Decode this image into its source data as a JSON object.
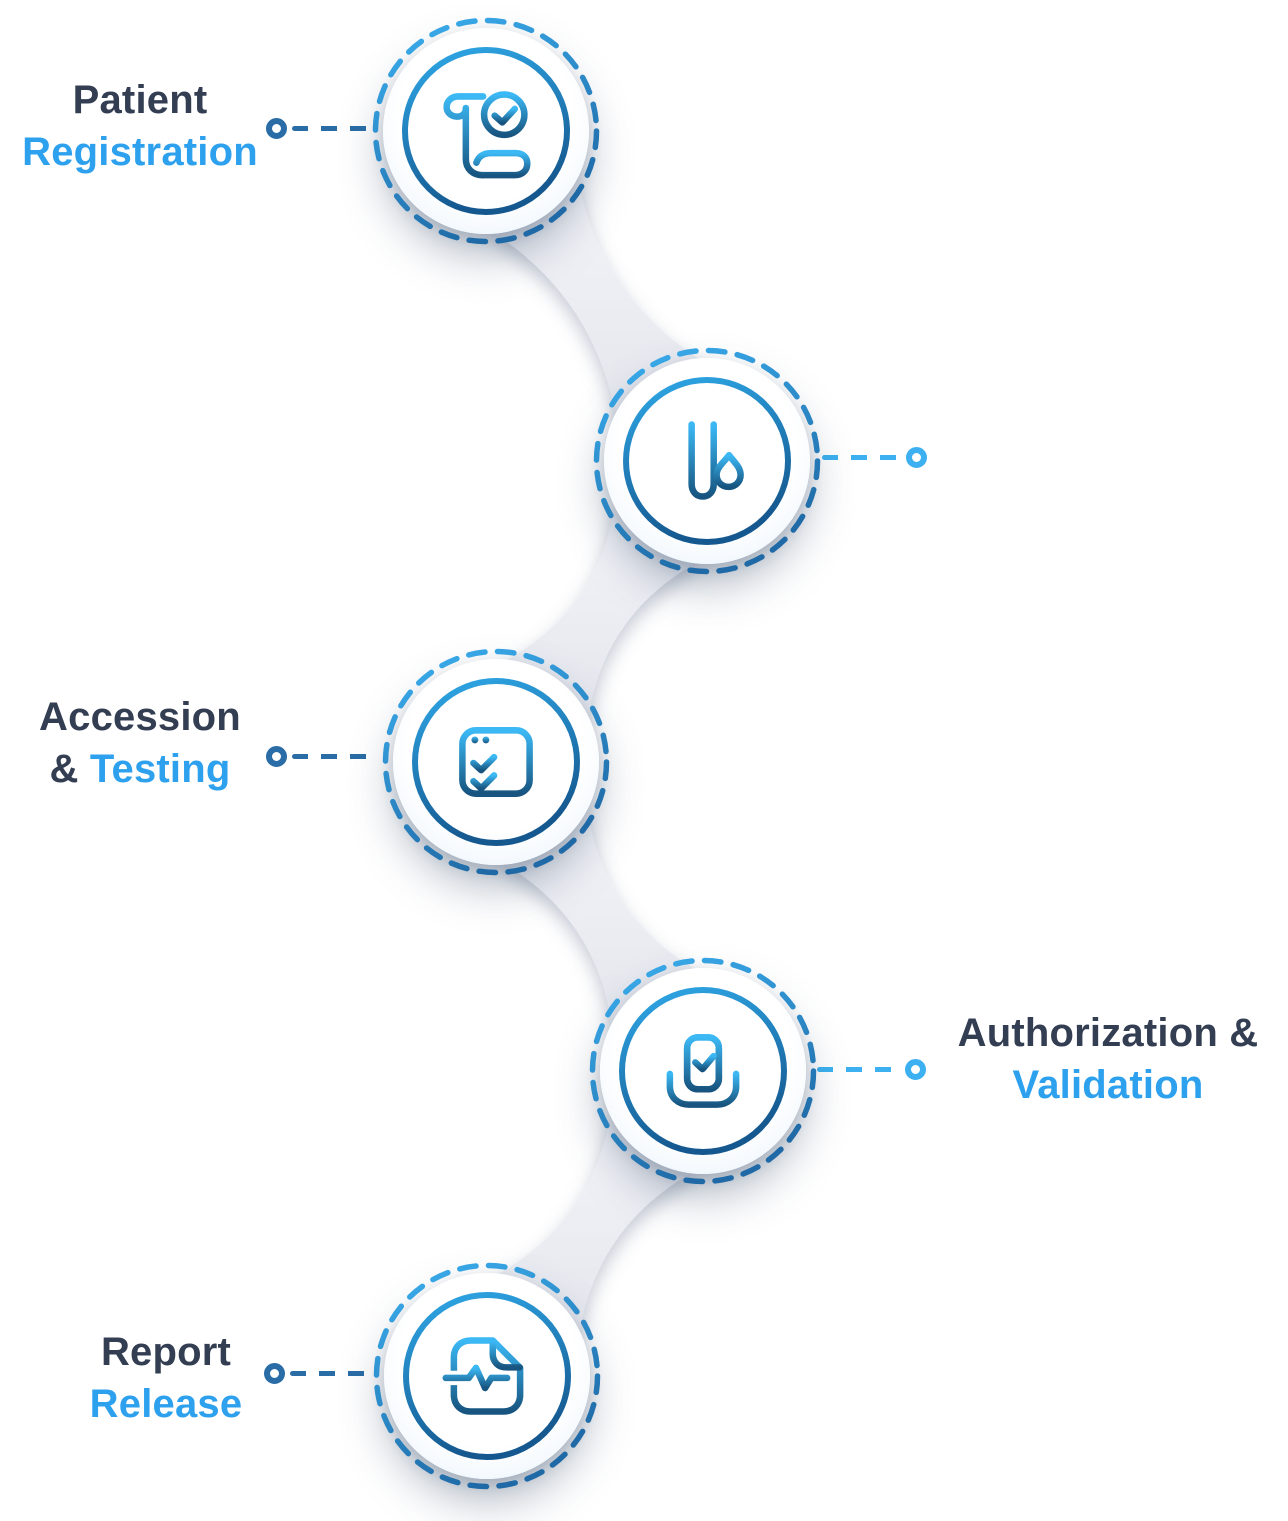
{
  "colors": {
    "dark_text": "#333e52",
    "accent_text": "#2da0ee",
    "line_dark": "#2a6ca6",
    "line_light": "#3cb0f0",
    "icon_grad_top": "#3cb9f5",
    "icon_grad_bottom": "#17547f",
    "ring_grad_top": "#2fa9e8",
    "ring_grad_bottom": "#15588f",
    "dash_grad_top": "#3cb0f0",
    "dash_grad_bottom": "#1f6aa6",
    "connector_fill_top": "#f4f5f9",
    "connector_fill_bottom": "#e4e6ed"
  },
  "steps": [
    {
      "icon": "scroll-check-icon",
      "label": {
        "l1_dark": "Patient",
        "l1_accent": "",
        "l2_dark": "",
        "l2_accent": "Registration"
      }
    },
    {
      "icon": "test-tube-icon",
      "label": {
        "l1_dark": "",
        "l1_accent": "",
        "l2_dark": "",
        "l2_accent": ""
      }
    },
    {
      "icon": "checklist-icon",
      "label": {
        "l1_dark": "Accession",
        "l1_accent": "",
        "l2_dark": "& ",
        "l2_accent": "Testing"
      }
    },
    {
      "icon": "ballot-check-icon",
      "label": {
        "l1_dark": "Authorization &",
        "l1_accent": "",
        "l2_dark": "",
        "l2_accent": "Validation"
      }
    },
    {
      "icon": "report-document-icon",
      "label": {
        "l1_dark": "Report",
        "l1_accent": "",
        "l2_dark": "",
        "l2_accent": "Release"
      }
    }
  ]
}
